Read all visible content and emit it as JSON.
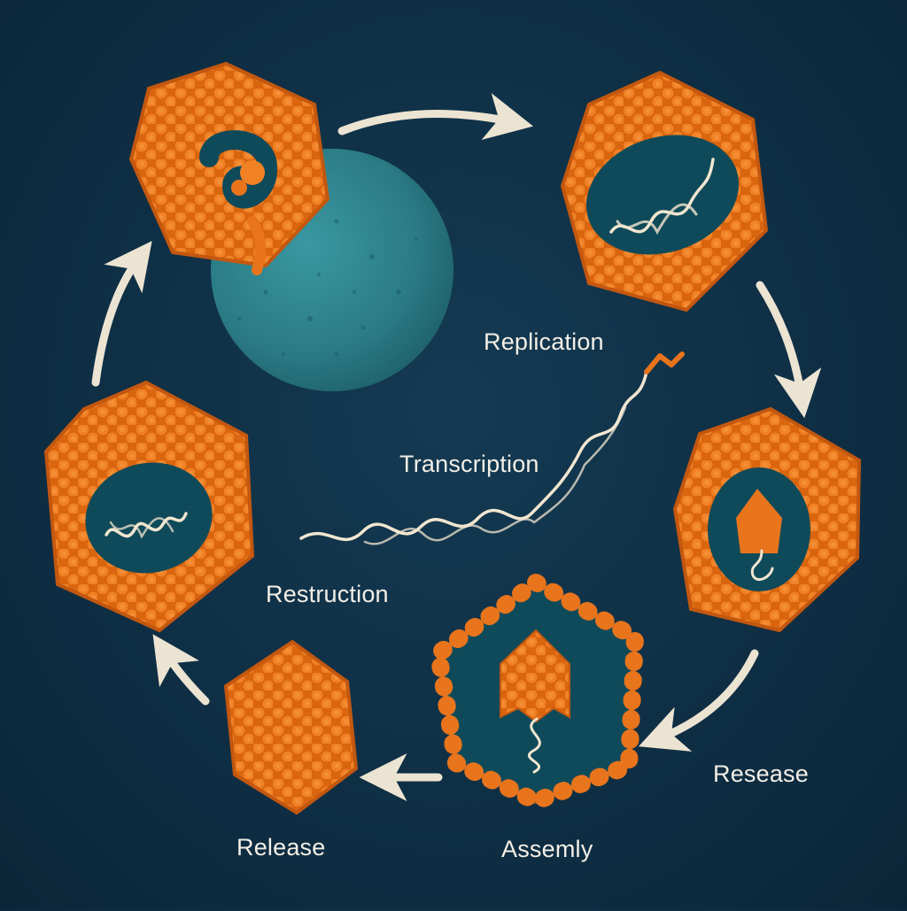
{
  "labels": {
    "replication": "Replication",
    "transcription": "Transcription",
    "restruction": "Restruction",
    "resease": "Resease",
    "assemly": "Assemly",
    "release": "Release"
  },
  "colors": {
    "background": "#0f2f45",
    "capsid_orange": "#e8741c",
    "capsid_dark": "#b8500e",
    "cell_teal": "#2c7f88",
    "interior_teal": "#0f4a5a",
    "nucleic_acid_cream": "#f1e6d0",
    "arrow_cream": "#ece4d2"
  },
  "stages": [
    "entry-into-host-cell",
    "replication",
    "transcription",
    "resease",
    "assemly",
    "release",
    "restruction"
  ]
}
